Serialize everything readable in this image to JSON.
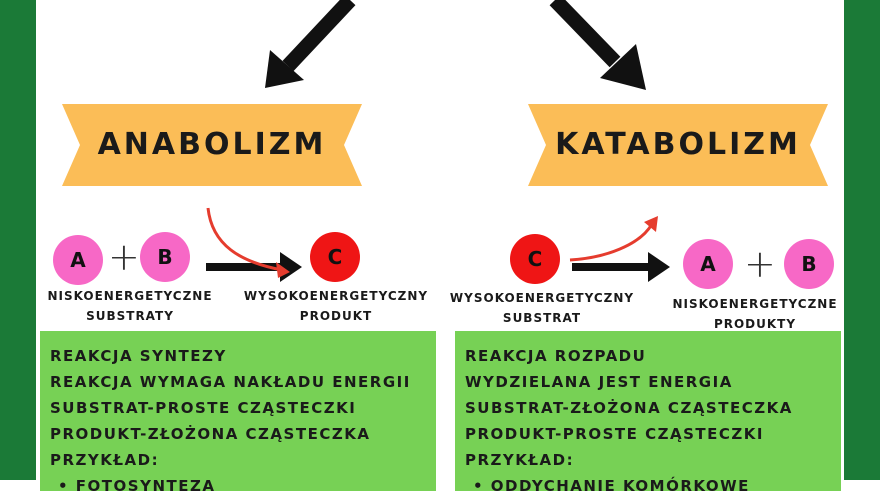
{
  "colors": {
    "frame": "#1b7a37",
    "banner": "#fbbd57",
    "pink_circle": "#f768c6",
    "red_circle": "#ef1515",
    "box": "#77d155",
    "curved_arrow": "#e53c2e"
  },
  "anabolism": {
    "title": "ANABOLIZM",
    "circle_a": "A",
    "circle_b": "B",
    "circle_c": "C",
    "plus": "+",
    "substrate_line1": "NISKOENERGETYCZNE",
    "substrate_line2": "SUBSTRATY",
    "product_line1": "WYSOKOENERGETYCZNY",
    "product_line2": "PRODUKT",
    "box_lines": [
      "REAKCJA SYNTEZY",
      "REAKCJA WYMAGA NAKŁADU ENERGII",
      "SUBSTRAT-PROSTE CZĄSTECZKI",
      "PRODUKT-ZŁOŻONA CZĄSTECZKA",
      "PRZYKŁAD:",
      "• FOTOSYNTEZA"
    ]
  },
  "catabolism": {
    "title": "KATABOLIZM",
    "circle_c": "C",
    "circle_a": "A",
    "circle_b": "B",
    "plus": "+",
    "substrate_line1": "WYSOKOENERGETYCZNY",
    "substrate_line2": "SUBSTRAT",
    "product_line1": "NISKOENERGETYCZNE",
    "product_line2": "PRODUKTY",
    "box_lines": [
      "REAKCJA ROZPADU",
      "WYDZIELANA JEST ENERGIA",
      "SUBSTRAT-ZŁOŻONA CZĄSTECZKA",
      "PRODUKT-PROSTE CZĄSTECZKI",
      "PRZYKŁAD:",
      "• ODDYCHANIE KOMÓRKOWE"
    ]
  }
}
